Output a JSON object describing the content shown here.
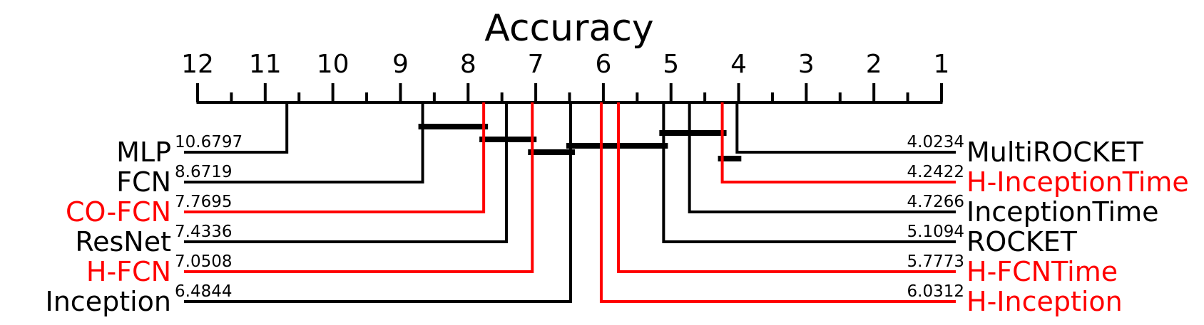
{
  "chart_data": {
    "type": "critical-difference",
    "title": "Accuracy",
    "axis": {
      "min": 1,
      "max": 12,
      "reversed": true,
      "ticks": [
        12,
        11,
        10,
        9,
        8,
        7,
        6,
        5,
        4,
        3,
        2,
        1
      ]
    },
    "colors": {
      "default": "#000000",
      "highlight": "#ff0000"
    },
    "methods_left": [
      {
        "name": "MLP",
        "rank": 10.6797,
        "rank_label": "10.6797",
        "highlight": false
      },
      {
        "name": "FCN",
        "rank": 8.6719,
        "rank_label": "8.6719",
        "highlight": false
      },
      {
        "name": "CO-FCN",
        "rank": 7.7695,
        "rank_label": "7.7695",
        "highlight": true
      },
      {
        "name": "ResNet",
        "rank": 7.4336,
        "rank_label": "7.4336",
        "highlight": false
      },
      {
        "name": "H-FCN",
        "rank": 7.0508,
        "rank_label": "7.0508",
        "highlight": true
      },
      {
        "name": "Inception",
        "rank": 6.4844,
        "rank_label": "6.4844",
        "highlight": false
      }
    ],
    "methods_right": [
      {
        "name": "MultiROCKET",
        "rank": 4.0234,
        "rank_label": "4.0234",
        "highlight": false
      },
      {
        "name": "H-InceptionTime",
        "rank": 4.2422,
        "rank_label": "4.2422",
        "highlight": true
      },
      {
        "name": "InceptionTime",
        "rank": 4.7266,
        "rank_label": "4.7266",
        "highlight": false
      },
      {
        "name": "ROCKET",
        "rank": 5.1094,
        "rank_label": "5.1094",
        "highlight": false
      },
      {
        "name": "H-FCNTime",
        "rank": 5.7773,
        "rank_label": "5.7773",
        "highlight": true
      },
      {
        "name": "H-Inception",
        "rank": 6.0312,
        "rank_label": "6.0312",
        "highlight": true
      }
    ],
    "cliques": [
      {
        "from": 8.6719,
        "to": 7.7695
      },
      {
        "from": 7.7695,
        "to": 7.0508
      },
      {
        "from": 7.0508,
        "to": 6.4844
      },
      {
        "from": 6.4844,
        "to": 5.1094
      },
      {
        "from": 5.1094,
        "to": 4.2422
      },
      {
        "from": 4.2422,
        "to": 4.0234
      }
    ]
  }
}
